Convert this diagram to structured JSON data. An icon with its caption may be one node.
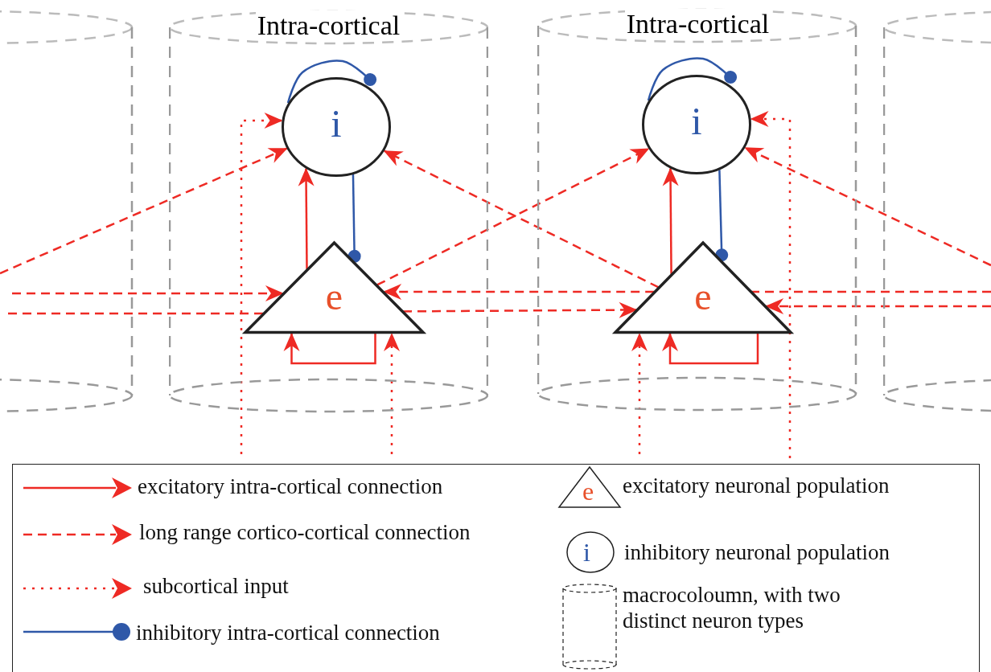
{
  "diagram": {
    "nodes": [
      {
        "text": [],
        "shape": "cylinder"
      },
      {
        "text": [
          "Intra-cortical"
        ]
      },
      {
        "text": [
          "i"
        ],
        "in": 1
      },
      {
        "text": [
          "e"
        ],
        "in": 1
      },
      {
        "text": [
          "Intra-cortical"
        ]
      },
      {
        "text": [
          "i"
        ],
        "in": 4
      },
      {
        "text": [
          "e"
        ],
        "in": 4
      },
      {
        "text": [],
        "shape": "cylinder"
      }
    ],
    "edges": [
      {
        "from": 3,
        "to": 2,
        "arrow": "to"
      },
      {
        "from": 2,
        "to": 3,
        "arrow": "other",
        "color": "#2f58a8"
      },
      {
        "from": 2,
        "to": 2,
        "arrow": "other",
        "color": "#2f58a8"
      },
      {
        "from": 3,
        "to": 3,
        "arrow": "to"
      },
      {
        "from": null,
        "to": 2,
        "arrow": "to",
        "style": "dashed"
      },
      {
        "from": null,
        "to": 3,
        "arrow": "to",
        "style": "dashed"
      },
      {
        "from": 0,
        "to": 2,
        "arrow": "to",
        "style": "dashed"
      },
      {
        "from": 0,
        "to": 3,
        "arrow": "to",
        "style": "dashed"
      },
      {
        "from": 3,
        "to": 6,
        "arrow": "to",
        "style": "dashed"
      },
      {
        "from": 3,
        "to": 5,
        "arrow": "to",
        "style": "dashed"
      },
      {
        "from": 6,
        "to": 2,
        "arrow": "to",
        "style": "dashed"
      },
      {
        "from": 6,
        "to": 3,
        "arrow": "to",
        "style": "dashed"
      },
      {
        "from": 7,
        "to": 6,
        "arrow": "to",
        "style": "dashed"
      },
      {
        "from": 7,
        "to": 5,
        "arrow": "to",
        "style": "dashed"
      },
      {
        "from": 6,
        "to": 5,
        "arrow": "to"
      },
      {
        "from": 5,
        "to": 6,
        "arrow": "other",
        "color": "#2f58a8"
      },
      {
        "from": 5,
        "to": 5,
        "arrow": "other",
        "color": "#2f58a8"
      },
      {
        "from": 6,
        "to": 6,
        "arrow": "to"
      },
      {
        "from": null,
        "to": 6,
        "arrow": "to",
        "style": "dashed"
      },
      {
        "from": null,
        "to": 5,
        "arrow": "to",
        "style": "dashed"
      },
      {
        "from": 0,
        "to": 3,
        "arrow": "none",
        "style": "dashed"
      },
      {
        "from": 7,
        "to": 6,
        "arrow": "none",
        "style": "dashed"
      }
    ],
    "labels": [
      "e",
      "i"
    ],
    "legend": [
      {
        "text": "excitatory intra-cortical connection"
      },
      {
        "text": "long range cortico-cortical connection"
      },
      {
        "text": "subcortical input"
      },
      {
        "text": "inhibitory intra-cortical connection"
      },
      {
        "text": "excitatory neuronal population"
      },
      {
        "text": "inhibitory neuronal population"
      },
      {
        "text": "macrocoloumn, with two distinct neuron types"
      }
    ]
  }
}
